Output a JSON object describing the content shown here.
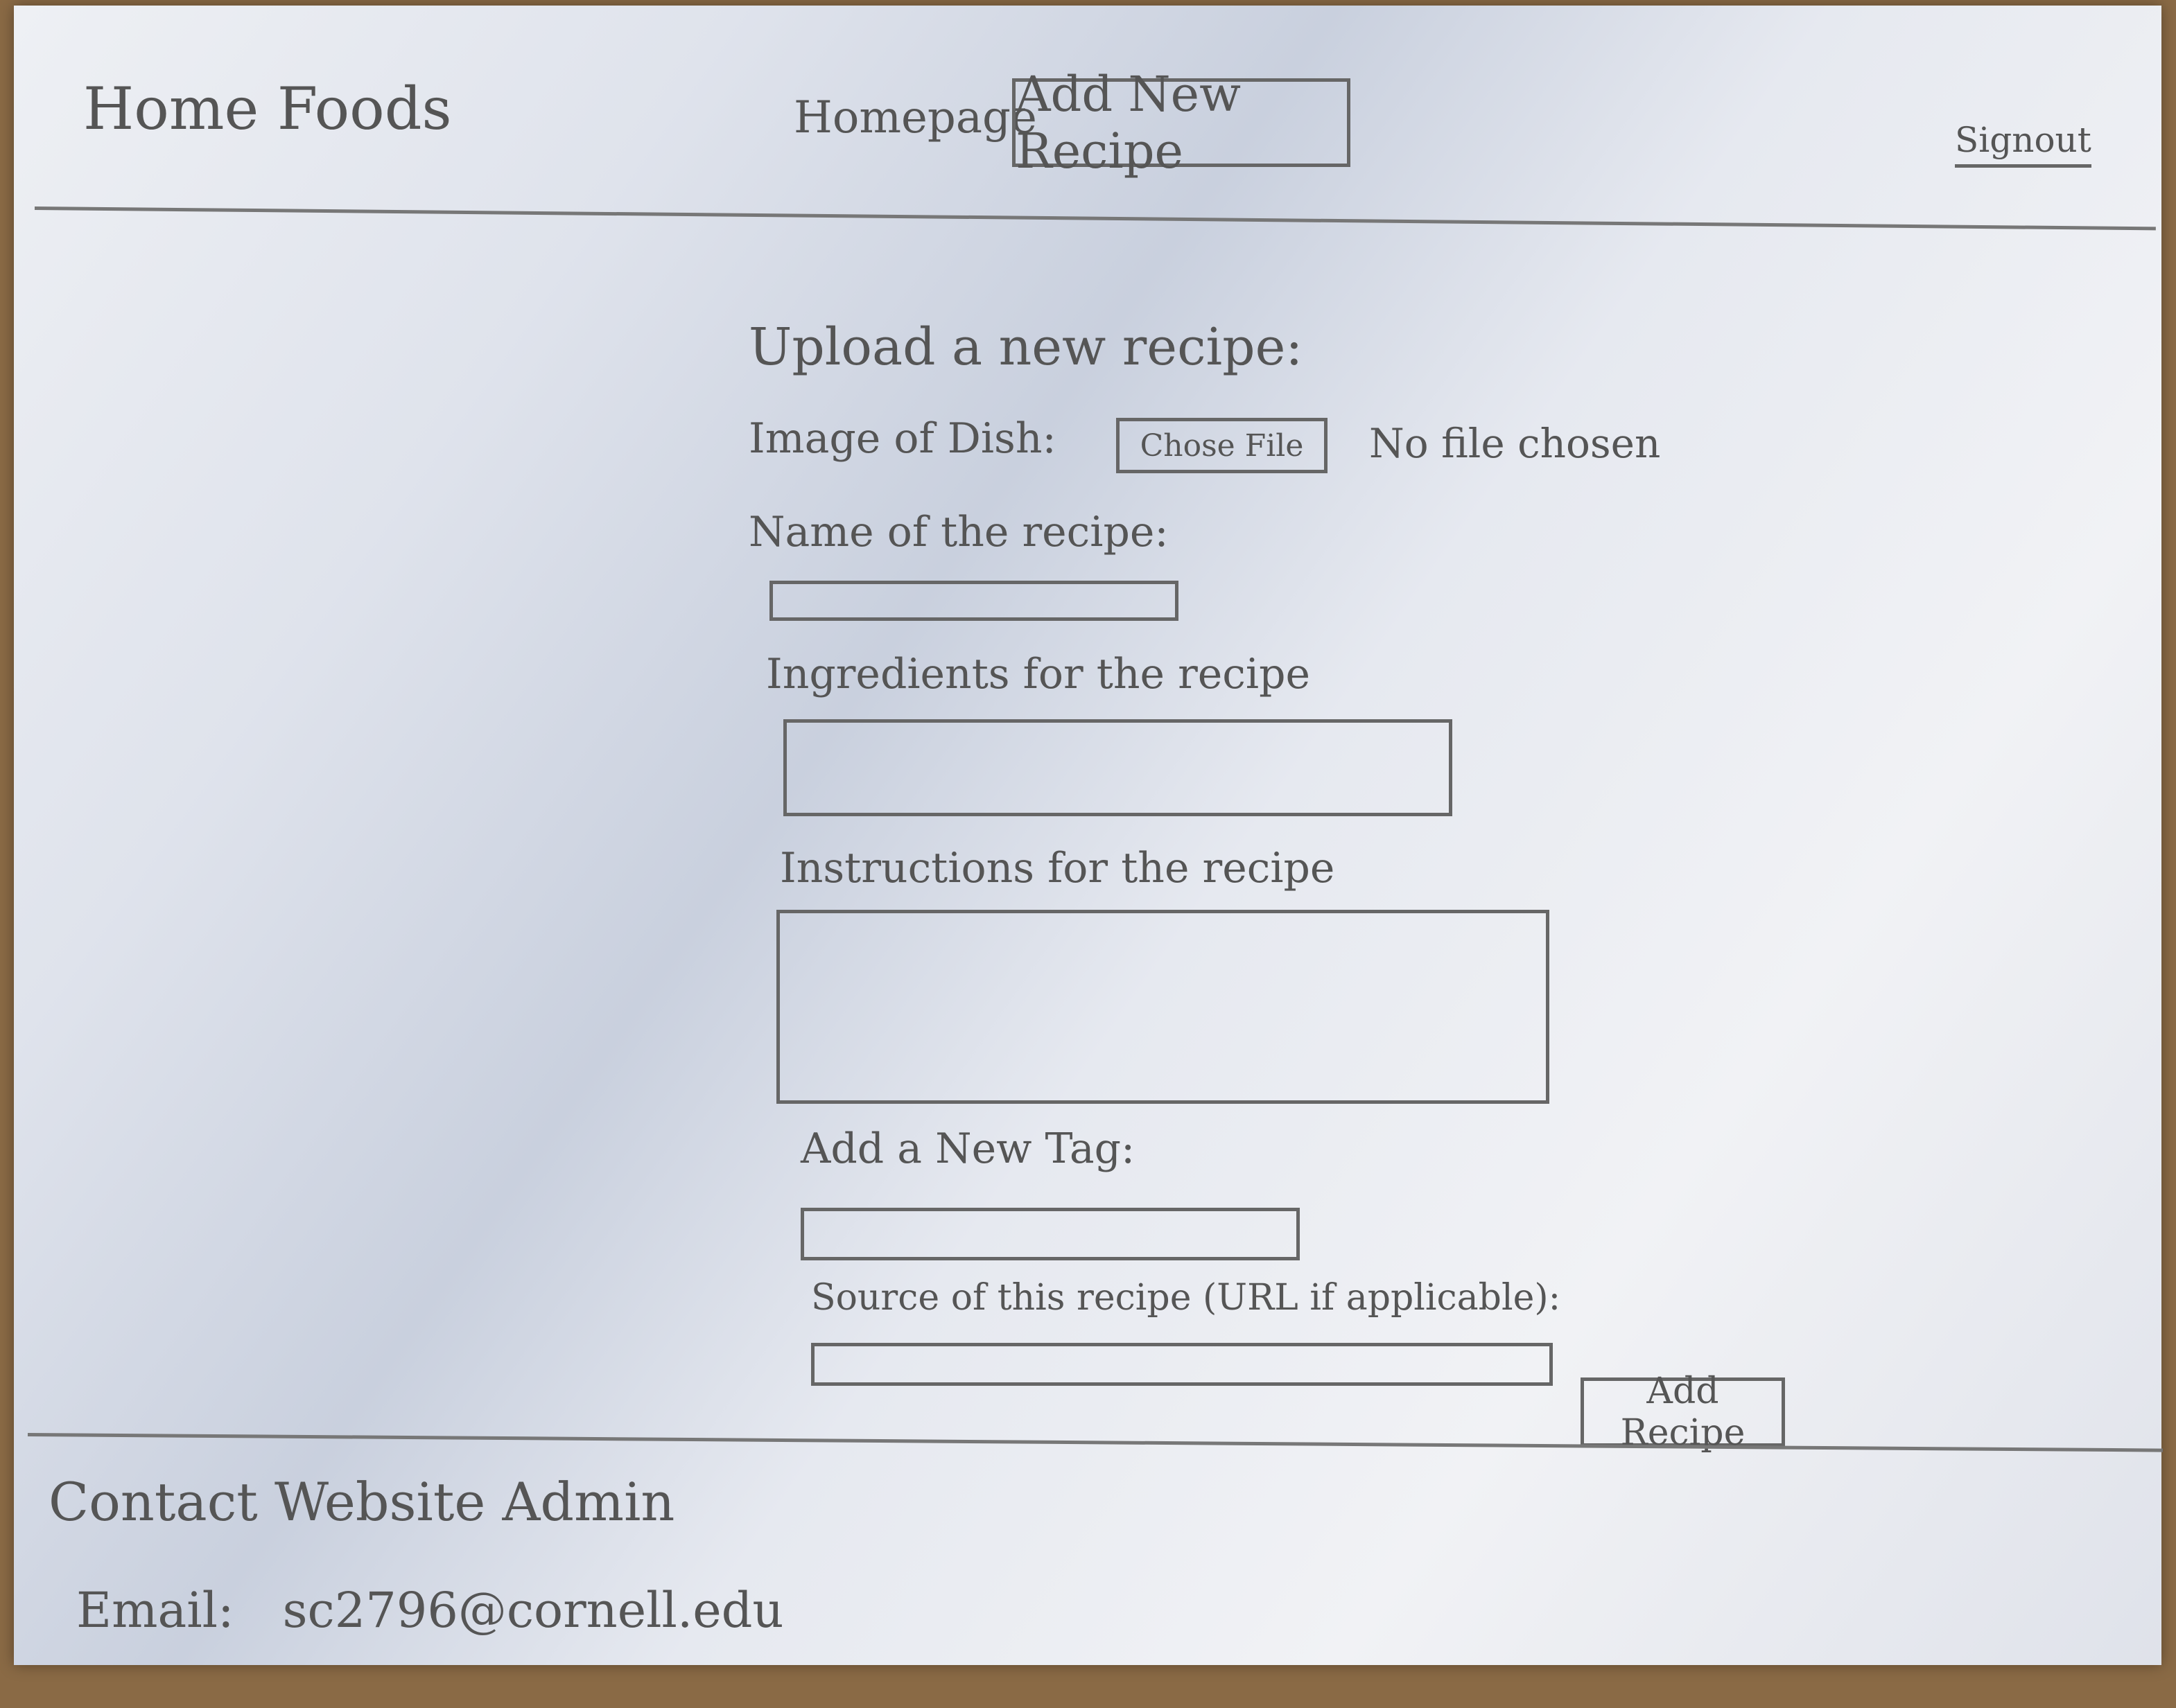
{
  "header": {
    "brand": "Home Foods",
    "nav": {
      "homepage": "Homepage",
      "add_new_recipe": "Add New Recipe"
    },
    "signout": "Signout"
  },
  "form": {
    "heading": "Upload a new recipe:",
    "image": {
      "label": "Image of Dish:",
      "choose_button": "Chose File",
      "status": "No file chosen"
    },
    "name": {
      "label": "Name of the recipe:",
      "value": ""
    },
    "ingredients": {
      "label": "Ingredients for the recipe",
      "value": ""
    },
    "instructions": {
      "label": "Instructions for the recipe",
      "value": ""
    },
    "tag": {
      "label": "Add a New Tag:",
      "value": ""
    },
    "source": {
      "label": "Source of this recipe (URL if applicable):",
      "value": ""
    },
    "submit_label": "Add Recipe"
  },
  "footer": {
    "contact_title": "Contact Website Admin",
    "email_label": "Email:",
    "email_value": "sc2796@cornell.edu"
  }
}
